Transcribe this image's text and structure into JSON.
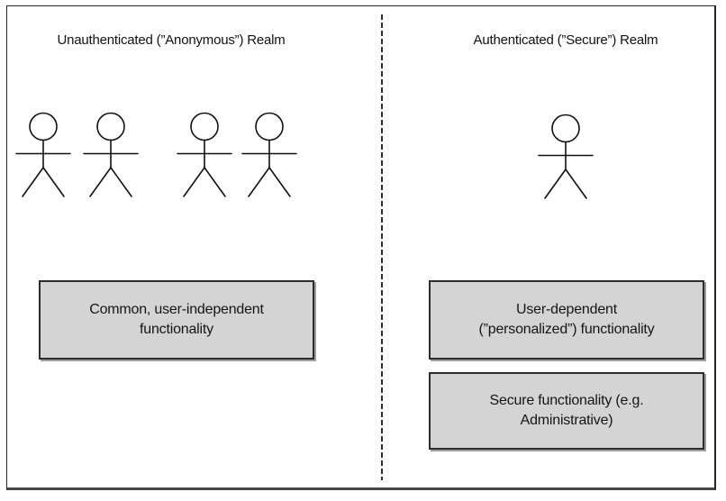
{
  "diagram": {
    "left_realm": {
      "title": "Unauthenticated (”Anonymous”) Realm",
      "actor_count": 4,
      "box_common": [
        "Common, user-independent",
        "functionality"
      ]
    },
    "right_realm": {
      "title": "Authenticated (”Secure”) Realm",
      "actor_count": 1,
      "box_personalized": [
        "User-dependent",
        "(”personalized”) functionality"
      ],
      "box_secure": [
        "Secure functionality (e.g.",
        "Administrative)"
      ]
    },
    "icons": {
      "actor": "stick-figure-icon",
      "divider": "dashed-realm-divider"
    },
    "colors": {
      "background": "#ffffff",
      "box_fill": "#d4d4d4",
      "box_border": "#2d2d2d",
      "box_shadow": "#9e9e9e",
      "outer_border": "#262626",
      "divider": "#2e2e2e",
      "text": "#111111"
    }
  }
}
